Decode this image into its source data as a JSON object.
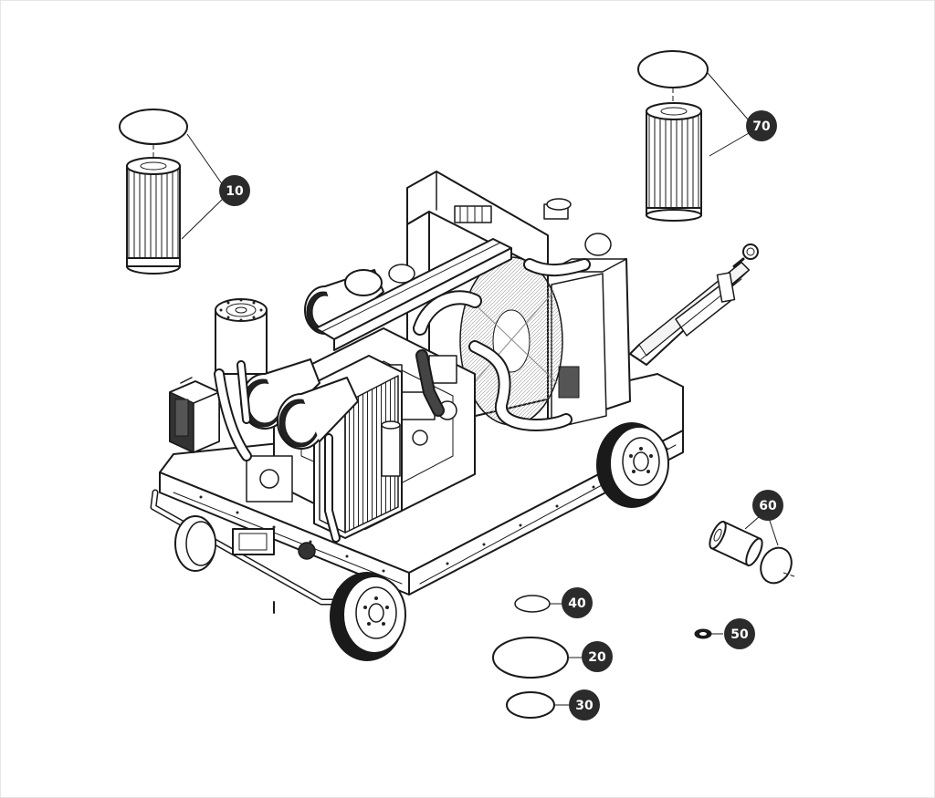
{
  "diagram": {
    "colors": {
      "line": "#1a1a1a",
      "callout_fill": "#2b2b2b",
      "callout_text": "#ffffff",
      "background": "#ffffff"
    },
    "callouts": {
      "c10": "10",
      "c20": "20",
      "c30": "30",
      "c40": "40",
      "c50": "50",
      "c60": "60",
      "c70": "70"
    }
  }
}
